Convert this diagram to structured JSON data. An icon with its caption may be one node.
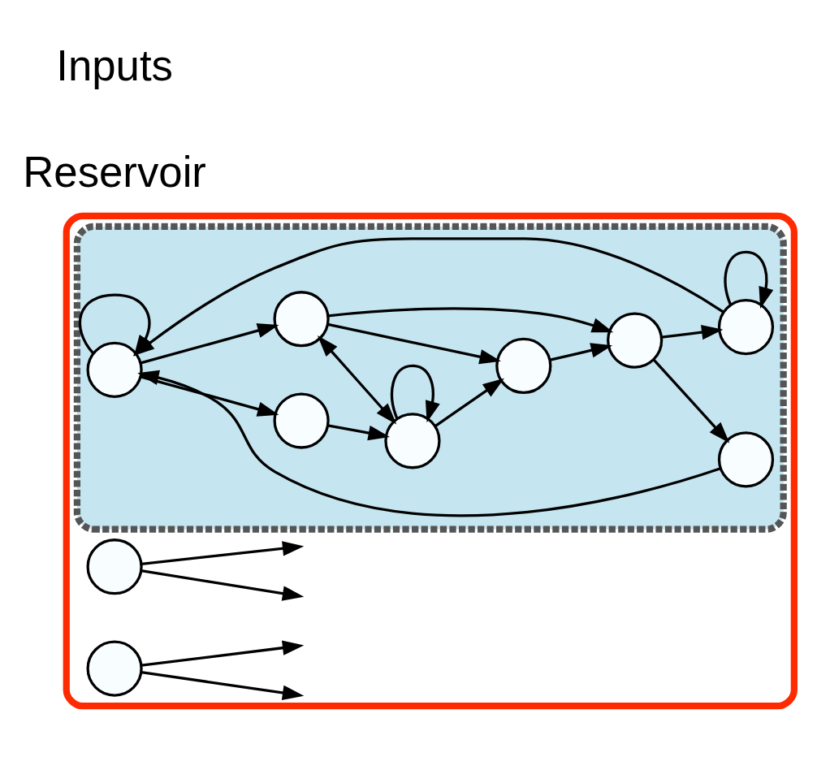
{
  "diagram": {
    "nodes": [
      {
        "text": [],
        "shape": "box"
      },
      {
        "text": [],
        "shape": "circle",
        "in": 0
      },
      {
        "text": [],
        "shape": "circle",
        "in": 0
      },
      {
        "text": [],
        "shape": "cloud",
        "in": 0
      },
      {
        "text": [],
        "shape": "circle",
        "in": 3
      },
      {
        "text": [],
        "shape": "circle",
        "in": 3
      },
      {
        "text": [],
        "shape": "circle",
        "in": 3
      },
      {
        "text": [],
        "shape": "circle",
        "in": 3
      },
      {
        "text": [],
        "shape": "circle",
        "in": 3
      },
      {
        "text": [],
        "shape": "circle",
        "in": 3
      },
      {
        "text": [],
        "shape": "circle",
        "in": 3
      },
      {
        "text": [],
        "shape": "circle",
        "in": 3
      }
    ],
    "edges": [
      {
        "from": 1,
        "to": null,
        "arrow": "to"
      },
      {
        "from": 1,
        "to": null,
        "arrow": "to"
      },
      {
        "from": 2,
        "to": null,
        "arrow": "to"
      },
      {
        "from": 2,
        "to": null,
        "arrow": "to"
      },
      {
        "from": 4,
        "to": 4,
        "arrow": "to"
      },
      {
        "from": 5,
        "to": 4,
        "arrow": "to"
      },
      {
        "from": 6,
        "to": 4,
        "arrow": "to"
      },
      {
        "from": 6,
        "to": 6,
        "arrow": "to"
      },
      {
        "from": 4,
        "to": 7,
        "arrow": "to"
      },
      {
        "from": 4,
        "to": 8,
        "arrow": "to"
      },
      {
        "from": 8,
        "to": 9,
        "arrow": "to"
      },
      {
        "from": 8,
        "to": 10,
        "arrow": "both"
      },
      {
        "from": 8,
        "to": 11,
        "arrow": "to"
      },
      {
        "from": 7,
        "to": 10,
        "arrow": "to"
      },
      {
        "from": 10,
        "to": 10,
        "arrow": "to"
      },
      {
        "from": 10,
        "to": 11,
        "arrow": "to"
      },
      {
        "from": 11,
        "to": 9,
        "arrow": "to"
      },
      {
        "from": 9,
        "to": 6,
        "arrow": "to"
      },
      {
        "from": 9,
        "to": 5,
        "arrow": "to"
      }
    ],
    "labels": [
      "Inputs",
      "Reservoir"
    ]
  }
}
